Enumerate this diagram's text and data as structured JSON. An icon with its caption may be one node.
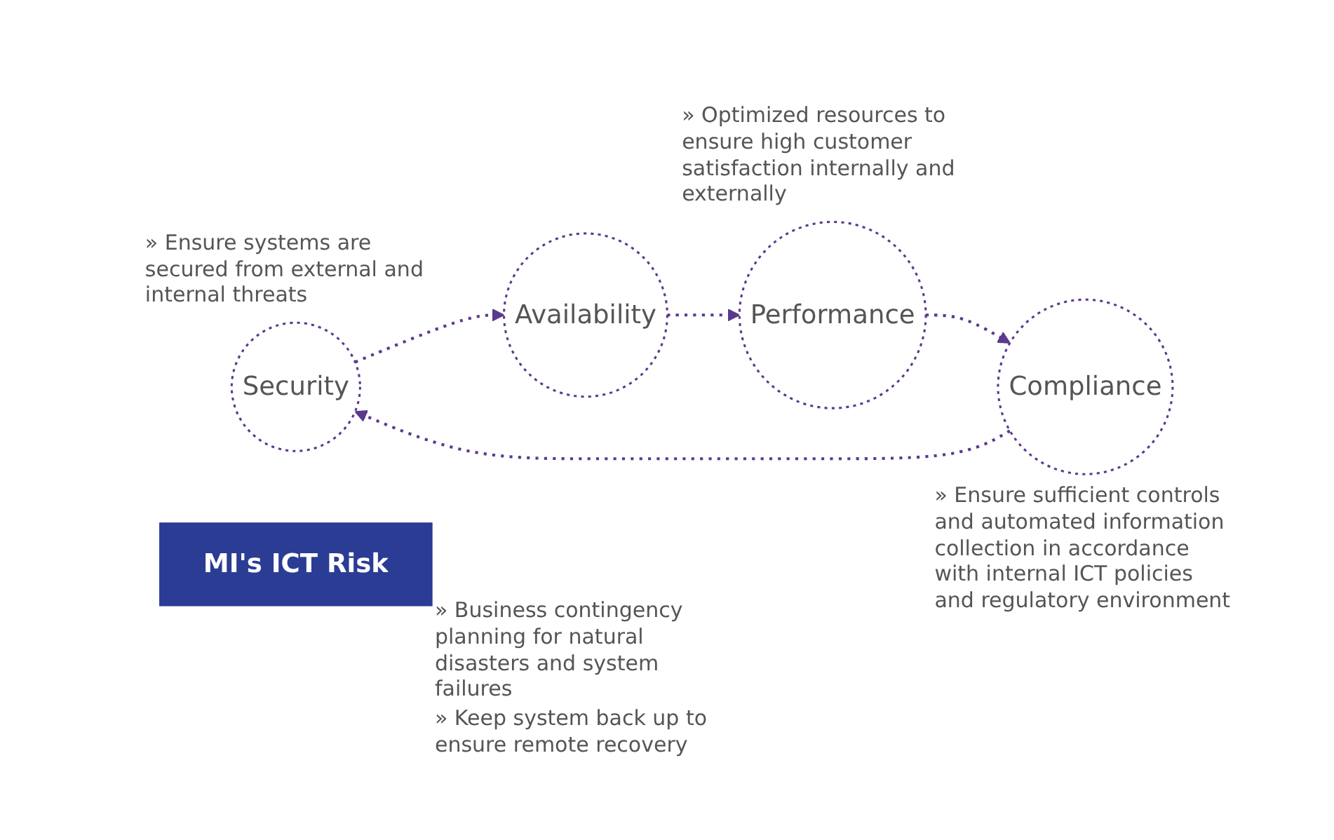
{
  "diagram": {
    "nodes": [
      {
        "text": [
          "Security"
        ],
        "beside": [
          "» Ensure systems are secured from external and internal threats"
        ]
      },
      {
        "text": [
          "Compliance"
        ],
        "beside": [
          "» Ensure sufficient controls and automated information collection in accordance with internal ICT policies and regulatory environment"
        ]
      },
      {
        "text": [
          "MI's ICT Risk"
        ]
      },
      {
        "text": [
          "Availability"
        ],
        "beside": [
          "» Business contingency planning for natural disasters and system failures",
          "» Keep system back up to ensure remote recovery"
        ]
      },
      {
        "text": [
          "Performance"
        ],
        "beside": [
          "» Optimized resources to ensure high customer satisfaction internally and externally"
        ]
      }
    ],
    "edges": [
      {
        "from": 1,
        "to": 0,
        "arrow": "to"
      },
      {
        "from": 0,
        "to": 3,
        "arrow": "to"
      },
      {
        "from": 3,
        "to": 4,
        "arrow": "to"
      },
      {
        "from": 4,
        "to": 1,
        "arrow": "to"
      }
    ]
  }
}
